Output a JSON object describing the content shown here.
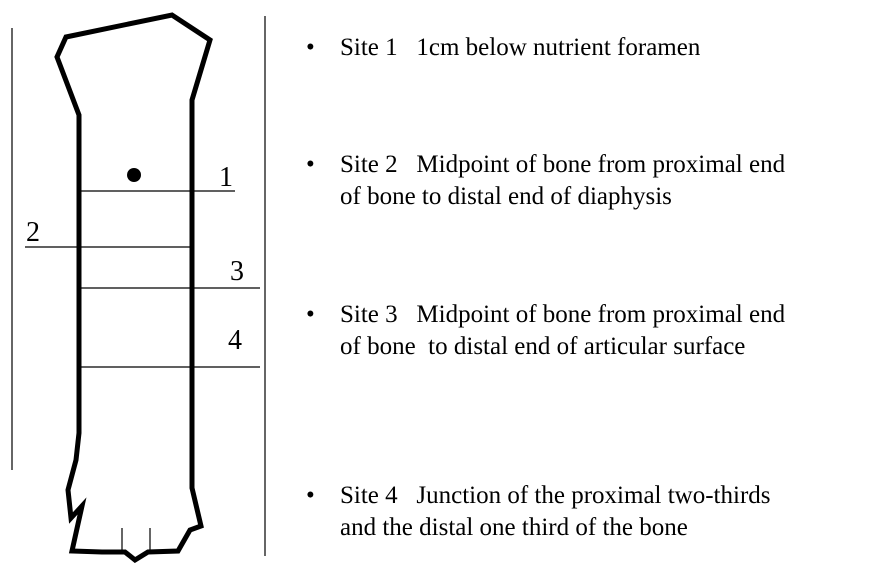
{
  "diagram": {
    "site_numbers": [
      "1",
      "2",
      "3",
      "4"
    ]
  },
  "legend": {
    "bullet": "•",
    "items": [
      {
        "text": "Site 1   1cm below nutrient foramen"
      },
      {
        "text": "Site 2   Midpoint of bone from proximal end of bone to distal end of diaphysis"
      },
      {
        "text": "Site 3   Midpoint of bone from proximal end of bone  to distal end of articular surface"
      },
      {
        "text": "Site 4   Junction of the proximal two-thirds and the distal one third of the bone"
      }
    ]
  }
}
